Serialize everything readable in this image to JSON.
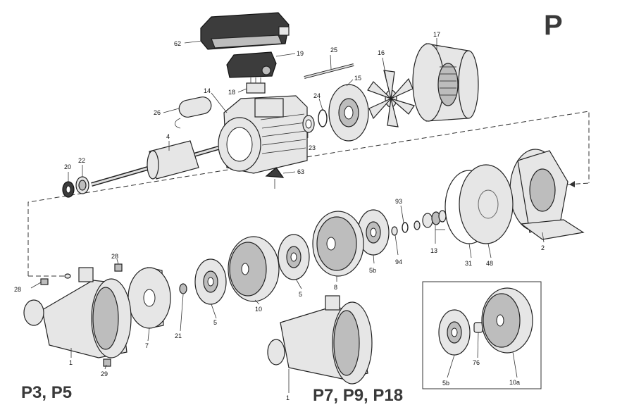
{
  "page_letter": "P",
  "groups": {
    "left_label": "P3, P5",
    "right_label": "P7, P9, P18"
  },
  "parts": [
    {
      "id": "62",
      "label": "62"
    },
    {
      "id": "19",
      "label": "19"
    },
    {
      "id": "25",
      "label": "25"
    },
    {
      "id": "17",
      "label": "17"
    },
    {
      "id": "16",
      "label": "16"
    },
    {
      "id": "15",
      "label": "15"
    },
    {
      "id": "18",
      "label": "18"
    },
    {
      "id": "14",
      "label": "14"
    },
    {
      "id": "24",
      "label": "24"
    },
    {
      "id": "26",
      "label": "26"
    },
    {
      "id": "4",
      "label": "4"
    },
    {
      "id": "23",
      "label": "23"
    },
    {
      "id": "20",
      "label": "20"
    },
    {
      "id": "22",
      "label": "22"
    },
    {
      "id": "63",
      "label": "63"
    },
    {
      "id": "93",
      "label": "93"
    },
    {
      "id": "2",
      "label": "2"
    },
    {
      "id": "13",
      "label": "13"
    },
    {
      "id": "31",
      "label": "31"
    },
    {
      "id": "48",
      "label": "48"
    },
    {
      "id": "94",
      "label": "94"
    },
    {
      "id": "5b",
      "label": "5b"
    },
    {
      "id": "8",
      "label": "8"
    },
    {
      "id": "5",
      "label": "5"
    },
    {
      "id": "10",
      "label": "10"
    },
    {
      "id": "28",
      "label": "28"
    },
    {
      "id": "7",
      "label": "7"
    },
    {
      "id": "21",
      "label": "21"
    },
    {
      "id": "1",
      "label": "1"
    },
    {
      "id": "29",
      "label": "29"
    },
    {
      "id": "76",
      "label": "76"
    },
    {
      "id": "10a",
      "label": "10a"
    }
  ]
}
